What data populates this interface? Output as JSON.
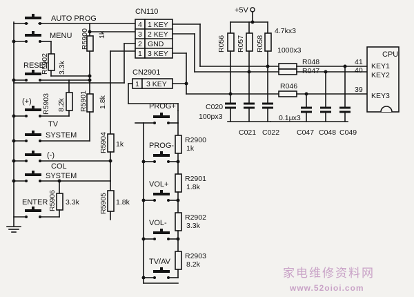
{
  "buttons_left": [
    "AUTO PROG",
    "MENU",
    "RESET",
    "(+)",
    "TV\nSYSTEM",
    "(-)",
    "COL\nSYSTEM",
    "ENTER"
  ],
  "buttons_right": [
    "PROG+",
    "PROG-",
    "VOL+",
    "VOL-",
    "TV/AV"
  ],
  "resistors_left": [
    {
      "ref": "R5900",
      "val": "1k"
    },
    {
      "ref": "R5902",
      "val": "3.3k"
    },
    {
      "ref": "R5901",
      "val": "1.8k"
    },
    {
      "ref": "R5903",
      "val": "8.2k"
    },
    {
      "ref": "R5904",
      "val": "1k"
    },
    {
      "ref": "R5905",
      "val": "1.8k"
    },
    {
      "ref": "R5906",
      "val": "3.3k"
    }
  ],
  "resistors_right": [
    {
      "ref": "R2900",
      "val": "1k"
    },
    {
      "ref": "R2901",
      "val": "1.8k"
    },
    {
      "ref": "R2902",
      "val": "3.3k"
    },
    {
      "ref": "R2903",
      "val": "8.2k"
    }
  ],
  "connectors": {
    "cn110": {
      "name": "CN110",
      "pins": [
        [
          "4",
          "1 KEY"
        ],
        [
          "3",
          "2 KEY"
        ],
        [
          "2",
          "GND"
        ],
        [
          "1",
          "3 KEY"
        ]
      ]
    },
    "cn2901": {
      "name": "CN2901",
      "pins": [
        [
          "1",
          "3 KEY"
        ]
      ]
    }
  },
  "power": "+5V",
  "pullups": [
    "R056",
    "R057",
    "R058"
  ],
  "pullup_value": "4.7kx3",
  "series_resistors": [
    "R048",
    "R047",
    "R046"
  ],
  "series_value": "1000x3",
  "caps_top": [
    "C020",
    "100px3"
  ],
  "caps_top_names": [
    "C021",
    "C022"
  ],
  "caps_bottom_value": "0.1μx3",
  "caps_bottom_names": [
    "C047",
    "C048",
    "C049"
  ],
  "cpu": {
    "name": "CPU",
    "pins": [
      [
        "41",
        "KEY1"
      ],
      [
        "40",
        "KEY2"
      ],
      [
        "39",
        "KEY3"
      ]
    ]
  },
  "watermark": {
    "cn": "家电维修资料网",
    "url": "www.52oioi.com"
  }
}
